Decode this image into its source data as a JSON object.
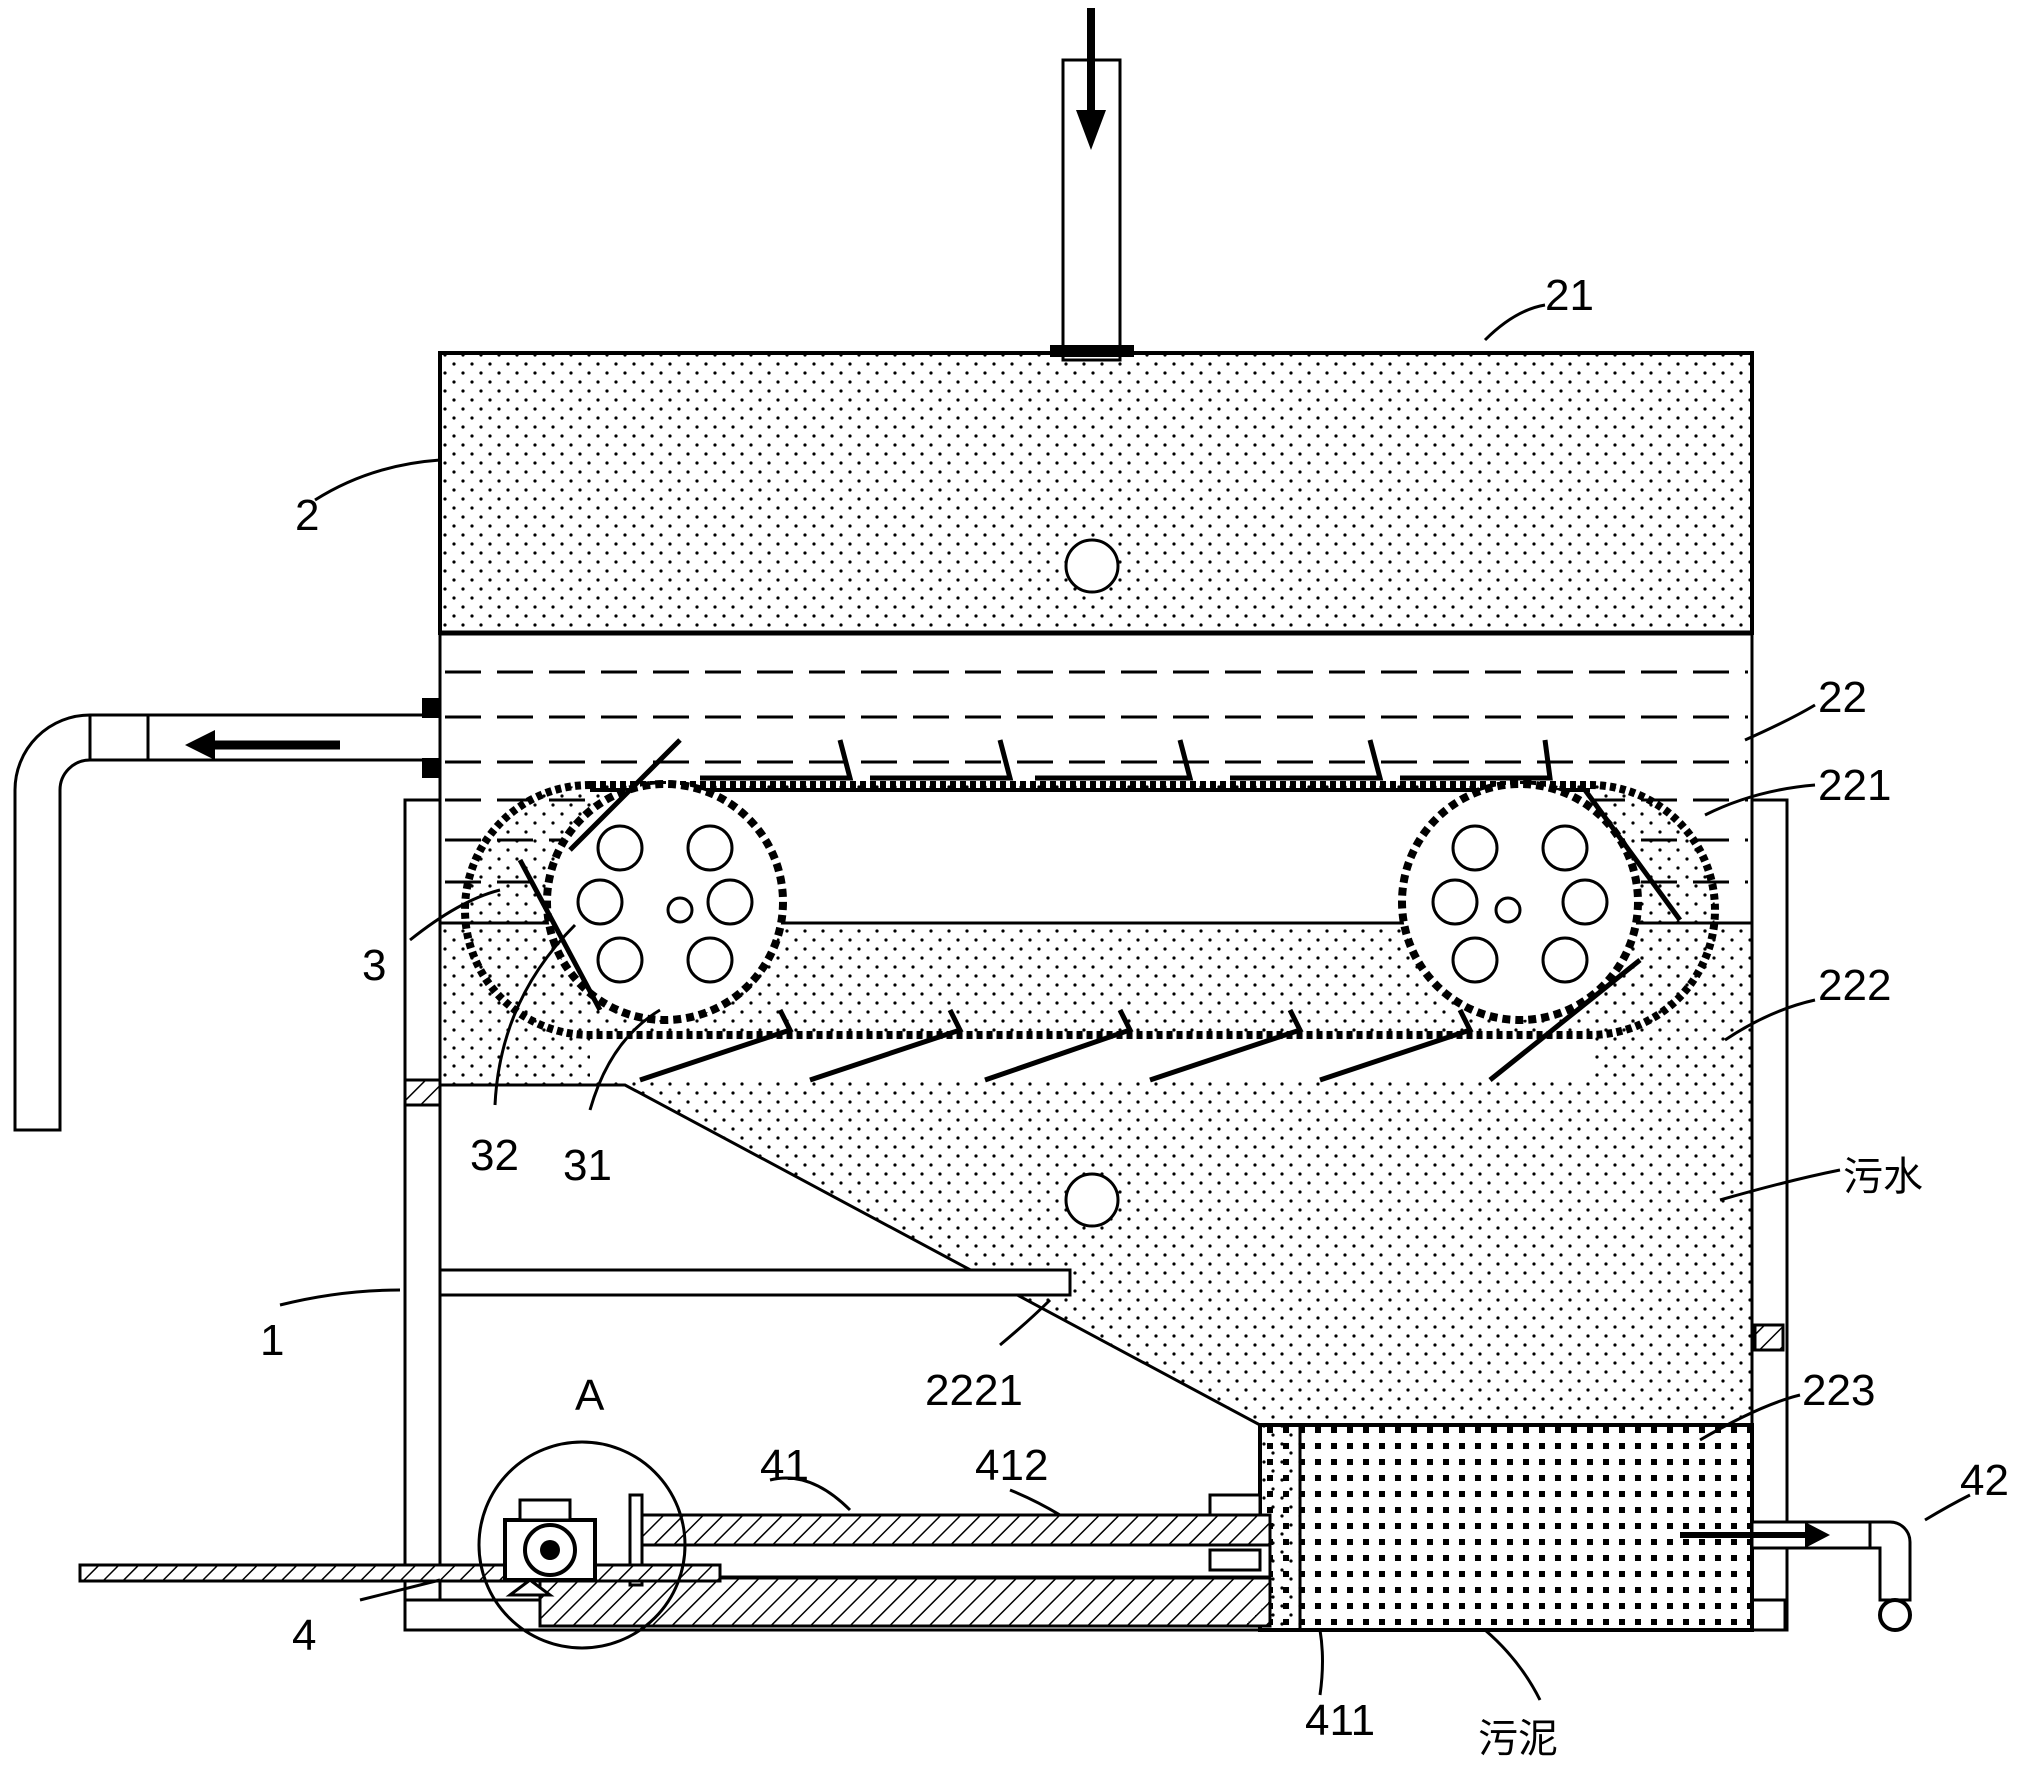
{
  "labels": {
    "l21": "21",
    "l2": "2",
    "l22": "22",
    "l221": "221",
    "l3": "3",
    "l222": "222",
    "l32": "32",
    "l31": "31",
    "l_sewage": "污水",
    "l1": "1",
    "l2221": "2221",
    "lA": "A",
    "l223": "223",
    "l41": "41",
    "l412": "412",
    "l42": "42",
    "l4": "4",
    "l411": "411",
    "l_sludge": "污泥"
  }
}
